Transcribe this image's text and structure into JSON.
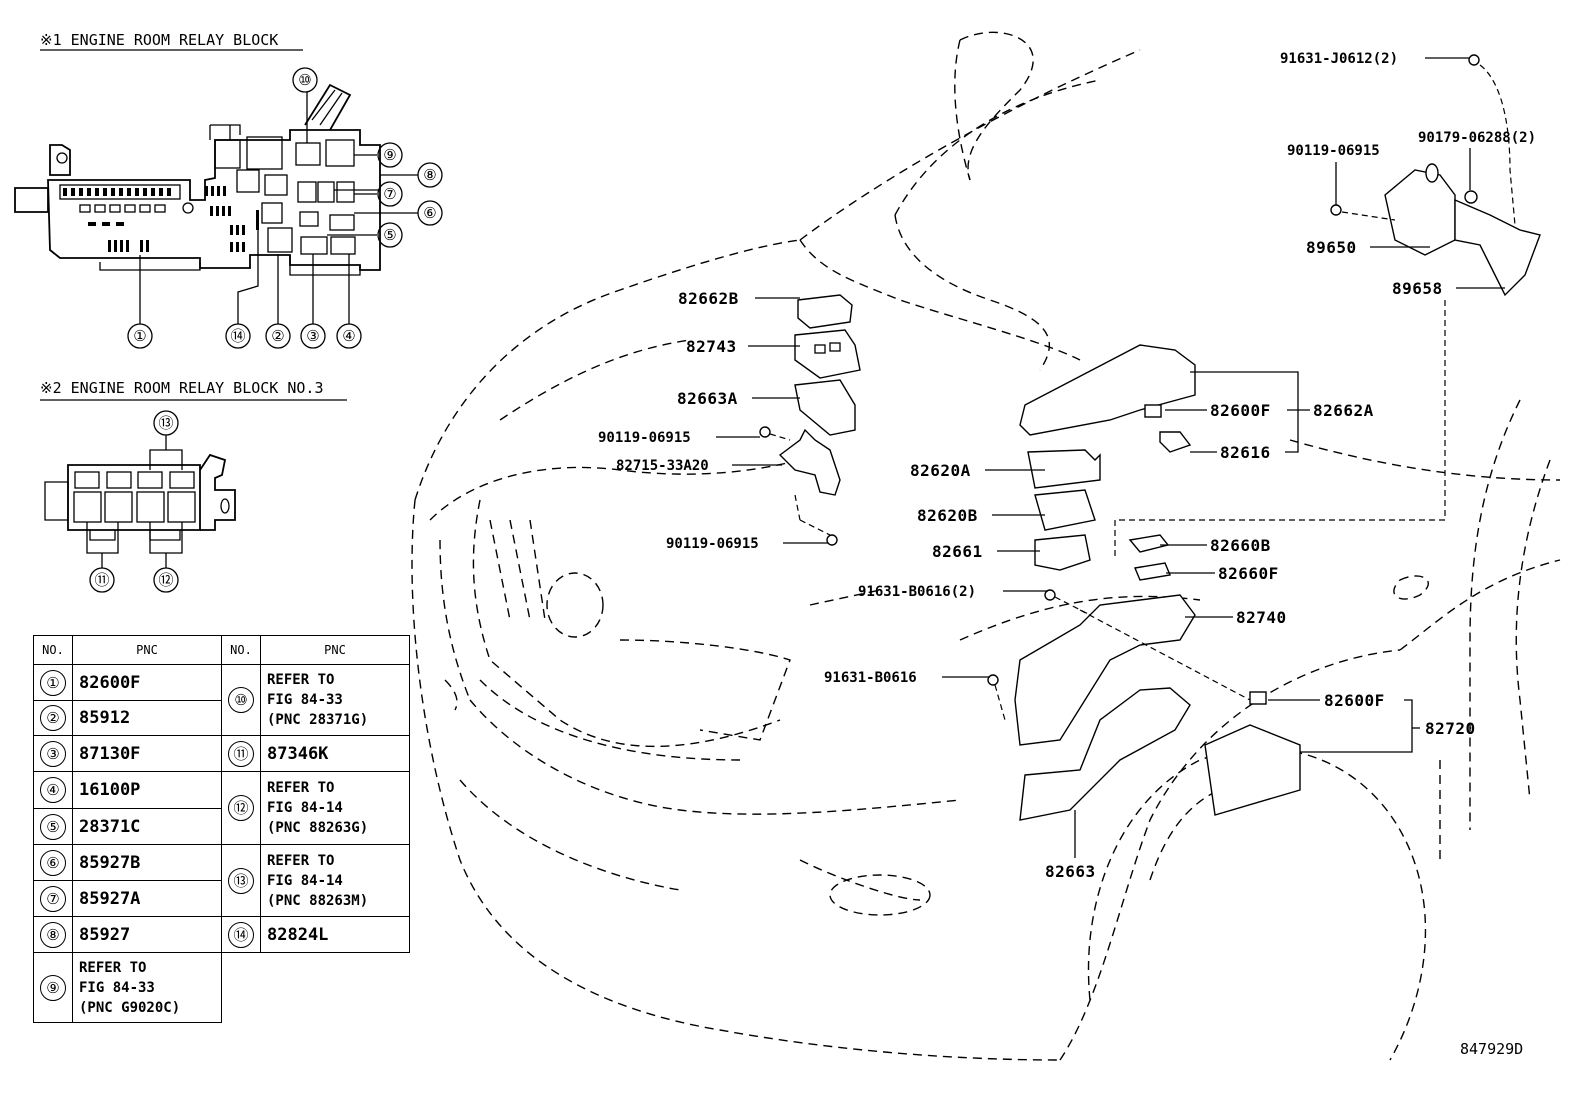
{
  "sections": {
    "relay_block_1": "※1 ENGINE ROOM RELAY BLOCK",
    "relay_block_3": "※2 ENGINE ROOM RELAY BLOCK NO.3"
  },
  "relay_block_1_callouts": [
    "①",
    "②",
    "③",
    "④",
    "⑤",
    "⑥",
    "⑦",
    "⑧",
    "⑨",
    "⑩",
    "⑭"
  ],
  "relay_block_3_callouts": [
    "⑪",
    "⑫",
    "⑬"
  ],
  "table": {
    "headers": [
      "NO.",
      "PNC",
      "NO.",
      "PNC"
    ],
    "left": [
      {
        "no": "①",
        "pnc": "82600F"
      },
      {
        "no": "②",
        "pnc": "85912"
      },
      {
        "no": "③",
        "pnc": "87130F"
      },
      {
        "no": "④",
        "pnc": "16100P"
      },
      {
        "no": "⑤",
        "pnc": "28371C"
      },
      {
        "no": "⑥",
        "pnc": "85927B"
      },
      {
        "no": "⑦",
        "pnc": "85927A"
      },
      {
        "no": "⑧",
        "pnc": "85927"
      },
      {
        "no": "⑨",
        "pnc": "REFER TO\nFIG 84-33\n(PNC G9020C)"
      }
    ],
    "right": [
      {
        "no": "⑩",
        "pnc": "REFER TO\nFIG 84-33\n(PNC 28371G)"
      },
      {
        "no": "⑪",
        "pnc": "87346K"
      },
      {
        "no": "⑫",
        "pnc": "REFER TO\nFIG 84-14\n(PNC 88263G)"
      },
      {
        "no": "⑬",
        "pnc": "REFER TO\nFIG 84-14\n(PNC 88263M)"
      },
      {
        "no": "⑭",
        "pnc": "82824L"
      }
    ]
  },
  "callouts": {
    "p91631_j0612": "91631-J0612(2)",
    "p90119_06915_a": "90119-06915",
    "p90179_06288": "90179-06288(2)",
    "p89650": "89650",
    "p89658": "89658",
    "p82662b": "82662B",
    "p82743": "82743",
    "p82663a": "82663A",
    "p90119_06915_b": "90119-06915",
    "p82715_33a20": "82715-33A20",
    "p90119_06915_c": "90119-06915",
    "p82600f_a": "82600F",
    "p82662a": "82662A",
    "p82616": "82616",
    "p82620a": "82620A",
    "p82620b": "82620B",
    "p82661": "82661",
    "p82660b": "82660B",
    "p82660f": "82660F",
    "p91631_b0616_2": "91631-B0616(2)",
    "p82740": "82740",
    "p91631_b0616": "91631-B0616",
    "p82600f_b": "82600F",
    "p82720": "82720",
    "p82663": "82663"
  },
  "figure_code": "847929D"
}
